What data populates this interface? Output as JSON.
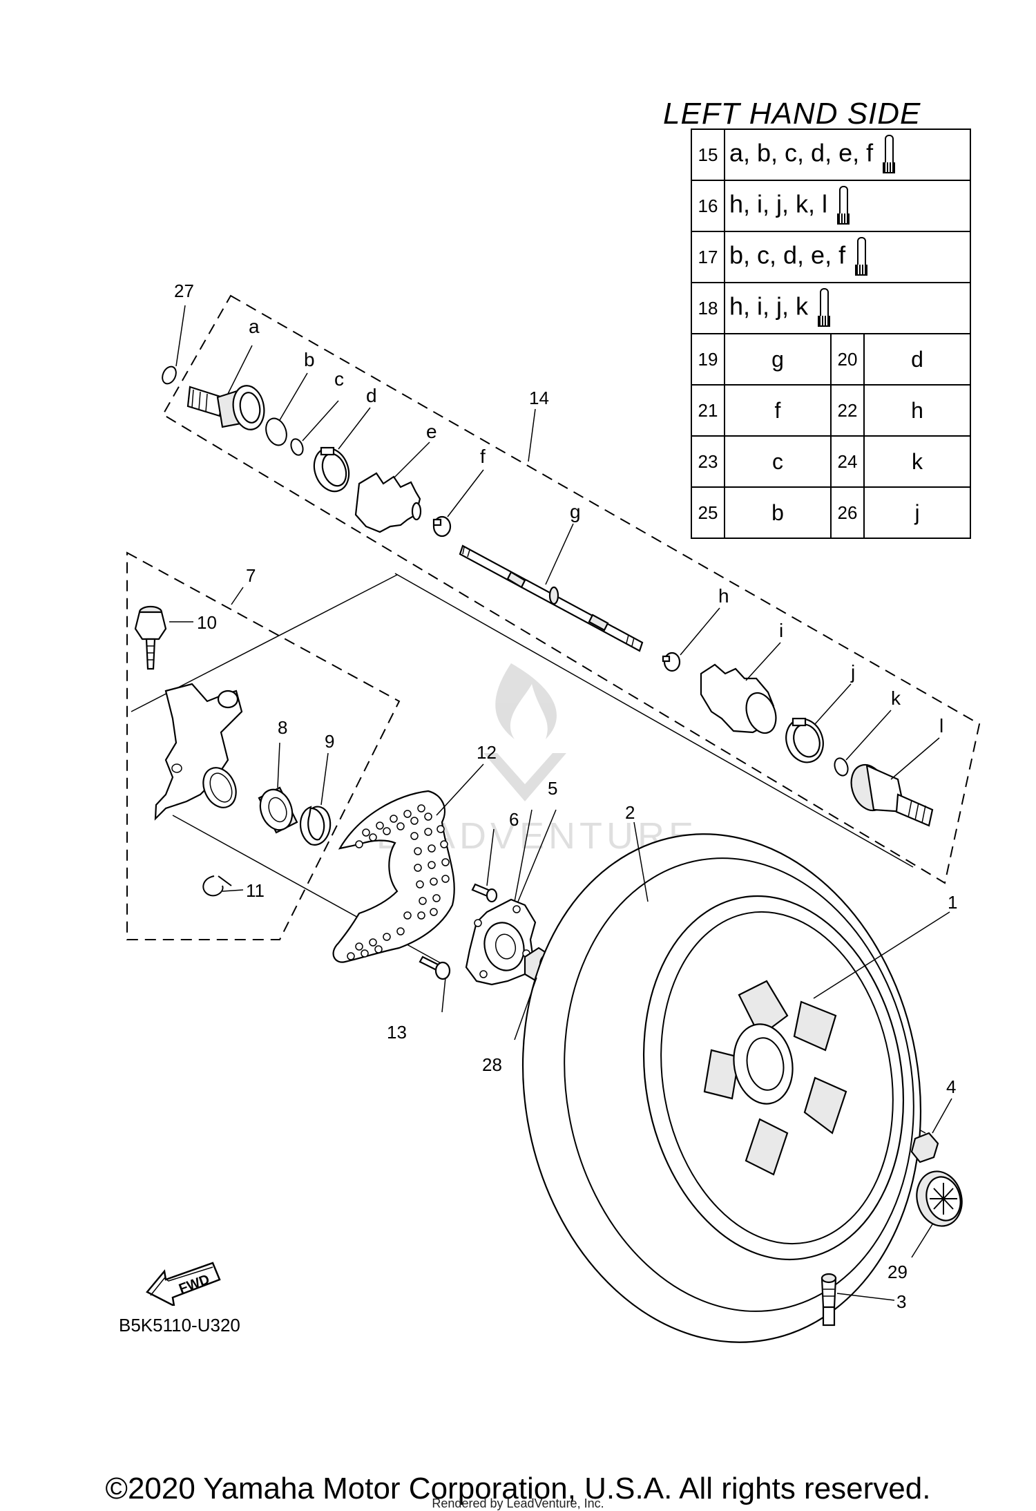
{
  "diagram": {
    "code": "B5K5110-U320",
    "copyright": "©2020 Yamaha Motor Corporation, U.S.A. All rights reserved.",
    "rendered_by": "Rendered by LeadVenture, Inc.",
    "fwd_label": "FWD",
    "watermark_text": "LEADVENTURE"
  },
  "legend": {
    "title": "LEFT HAND SIDE",
    "kit_rows": [
      {
        "num": "15",
        "parts": "a, b, c, d, e, f"
      },
      {
        "num": "16",
        "parts": "h, i, j, k, l"
      },
      {
        "num": "17",
        "parts": "b, c, d, e, f"
      },
      {
        "num": "18",
        "parts": "h, i, j, k"
      }
    ],
    "pair_rows": [
      {
        "num1": "19",
        "val1": "g",
        "num2": "20",
        "val2": "d"
      },
      {
        "num1": "21",
        "val1": "f",
        "num2": "22",
        "val2": "h"
      },
      {
        "num1": "23",
        "val1": "c",
        "num2": "24",
        "val2": "k"
      },
      {
        "num1": "25",
        "val1": "b",
        "num2": "26",
        "val2": "j"
      }
    ]
  },
  "callouts": {
    "n1": "1",
    "n2": "2",
    "n3": "3",
    "n4": "4",
    "n5": "5",
    "n6": "6",
    "n7": "7",
    "n8": "8",
    "n9": "9",
    "n10": "10",
    "n11": "11",
    "n12": "12",
    "n13": "13",
    "n14": "14",
    "n27": "27",
    "n28": "28",
    "n29": "29",
    "a": "a",
    "b": "b",
    "c": "c",
    "d": "d",
    "e": "e",
    "f": "f",
    "g": "g",
    "h": "h",
    "i": "i",
    "j": "j",
    "k": "k",
    "l": "l"
  }
}
